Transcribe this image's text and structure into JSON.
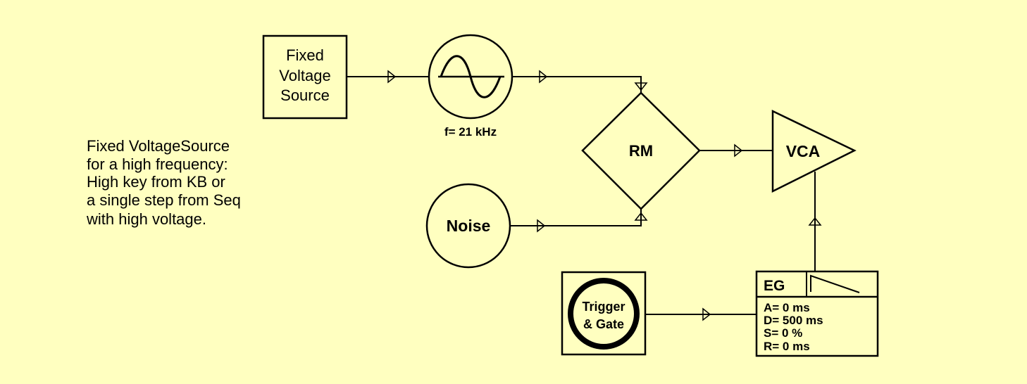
{
  "colors": {
    "background": "#ffffc0",
    "stroke": "#000000"
  },
  "note": {
    "lines": [
      "Fixed VoltageSource",
      "for a high frequency:",
      "High key from KB or",
      "a single step from Seq",
      "with high voltage."
    ]
  },
  "fixed_voltage_source": {
    "lines": [
      "Fixed",
      "Voltage",
      "Source"
    ]
  },
  "oscillator": {
    "icon": "sine-wave-icon",
    "freq_label": "f= 21 kHz"
  },
  "noise": {
    "label": "Noise"
  },
  "ring_modulator": {
    "label": "RM"
  },
  "vca": {
    "label": "VCA"
  },
  "trigger_gate": {
    "lines": [
      "Trigger",
      "& Gate"
    ]
  },
  "envelope": {
    "title": "EG",
    "icon": "decay-envelope-icon",
    "params": [
      "A= 0 ms",
      "D= 500 ms",
      "S= 0 %",
      "R= 0 ms"
    ]
  }
}
